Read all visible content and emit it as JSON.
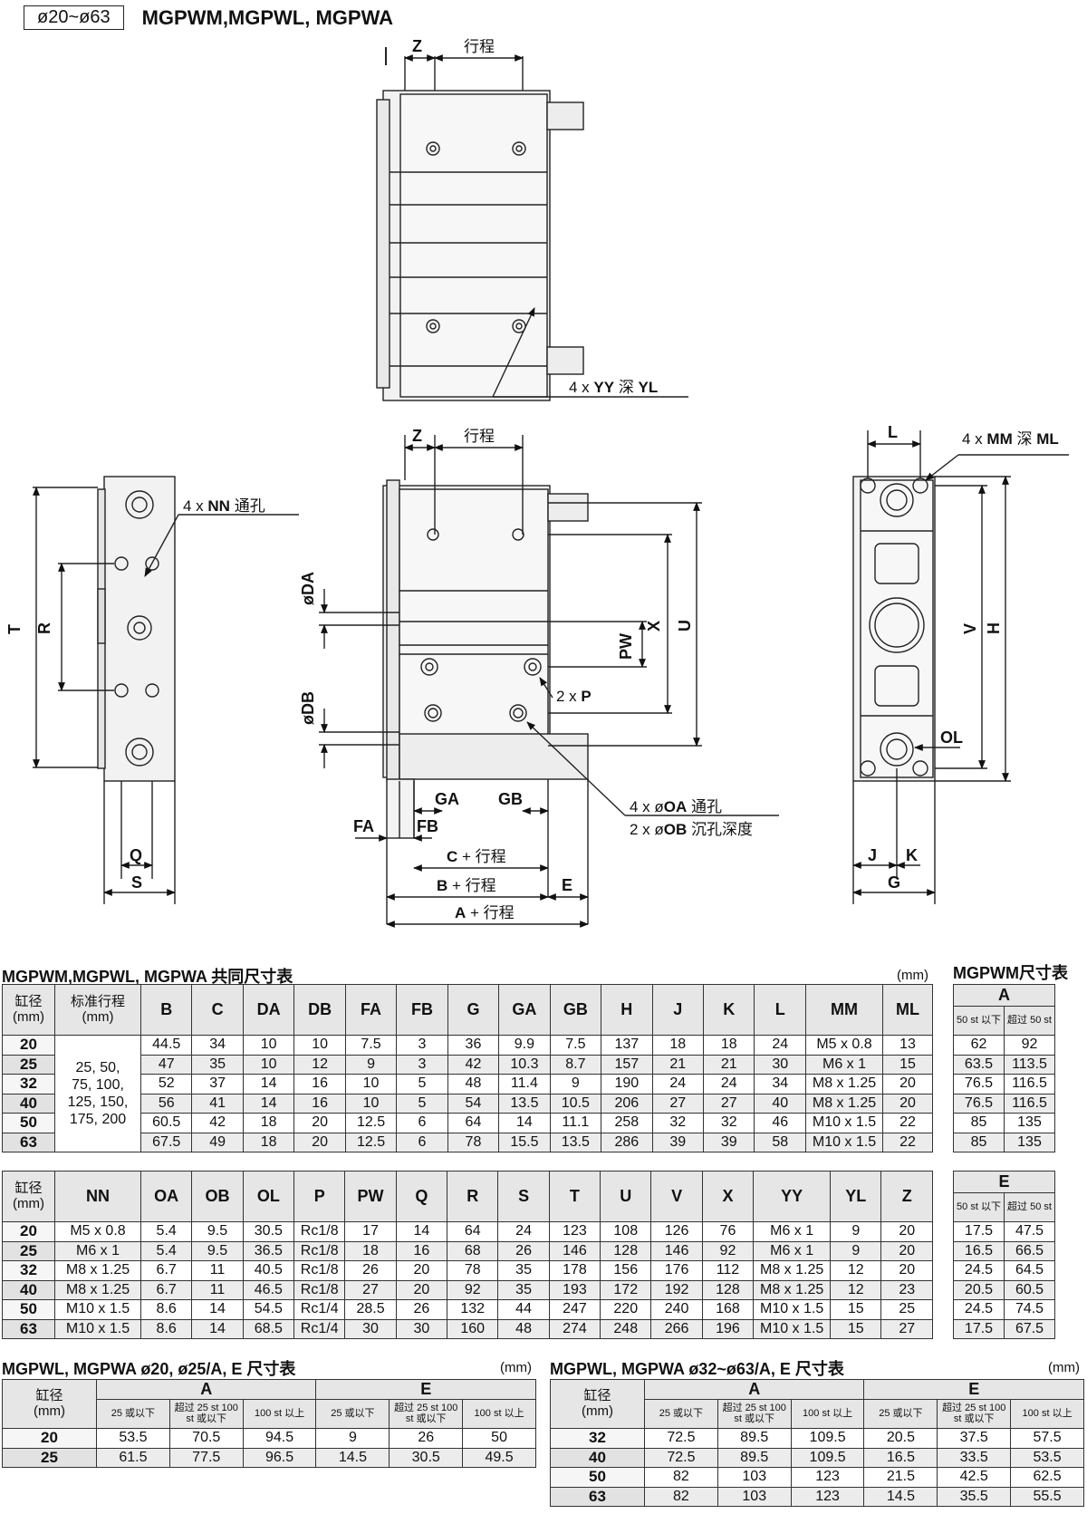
{
  "header": {
    "size_range": "ø20~ø63",
    "models": "MGPWM,MGPWL, MGPWA"
  },
  "drawing": {
    "top": {
      "z": "Z",
      "stroke": "行程",
      "yy_prefix": "4 x ",
      "yy": "YY",
      "yy_deep": " 深 ",
      "yl": "YL"
    },
    "left": {
      "t": "T",
      "r": "R",
      "q": "Q",
      "s": "S",
      "nn_prefix": "4 x ",
      "nn": "NN",
      "nn_suffix": " 通孔"
    },
    "mid": {
      "z": "Z",
      "stroke": "行程",
      "da": "øDA",
      "db": "øDB",
      "pw": "PW",
      "x": "X",
      "u": "U",
      "p_prefix": "2 x ",
      "p": "P",
      "ga": "GA",
      "gb": "GB",
      "fa": "FA",
      "fb": "FB",
      "c": "C",
      "b": "B",
      "a": "A",
      "e": "E",
      "plus_stroke": " + 行程",
      "oa_prefix": "4 x ø",
      "oa": "OA",
      "oa_suffix": " 通孔",
      "ob_prefix": "2 x ø",
      "ob": "OB",
      "ob_suffix": " 沉孔深度"
    },
    "right": {
      "l": "L",
      "mm_prefix": "4 x ",
      "mm": "MM",
      "mm_deep": " 深 ",
      "ml": "ML",
      "v": "V",
      "h": "H",
      "ol": "OL",
      "j": "J",
      "k": "K",
      "g": "G"
    }
  },
  "common": {
    "title": "MGPWM,MGPWL, MGPWA 共同尺寸表",
    "unit": "(mm)",
    "bore_header": [
      "缸径",
      "(mm)"
    ],
    "stroke_header": [
      "标准行程",
      "(mm)"
    ],
    "stroke_values": [
      "25, 50,",
      "75, 100,",
      "125, 150,",
      "175, 200"
    ],
    "headers1": [
      "B",
      "C",
      "DA",
      "DB",
      "FA",
      "FB",
      "G",
      "GA",
      "GB",
      "H",
      "J",
      "K",
      "L",
      "MM",
      "ML"
    ],
    "rows1": [
      [
        "20",
        "44.5",
        "34",
        "10",
        "10",
        "7.5",
        "3",
        "36",
        "9.9",
        "7.5",
        "137",
        "18",
        "18",
        "24",
        "M5 x 0.8",
        "13"
      ],
      [
        "25",
        "47",
        "35",
        "10",
        "12",
        "9",
        "3",
        "42",
        "10.3",
        "8.7",
        "157",
        "21",
        "21",
        "30",
        "M6 x 1",
        "15"
      ],
      [
        "32",
        "52",
        "37",
        "14",
        "16",
        "10",
        "5",
        "48",
        "11.4",
        "9",
        "190",
        "24",
        "24",
        "34",
        "M8 x 1.25",
        "20"
      ],
      [
        "40",
        "56",
        "41",
        "14",
        "16",
        "10",
        "5",
        "54",
        "13.5",
        "10.5",
        "206",
        "27",
        "27",
        "40",
        "M8 x 1.25",
        "20"
      ],
      [
        "50",
        "60.5",
        "42",
        "18",
        "20",
        "12.5",
        "6",
        "64",
        "14",
        "11.1",
        "258",
        "32",
        "32",
        "46",
        "M10 x 1.5",
        "22"
      ],
      [
        "63",
        "67.5",
        "49",
        "18",
        "20",
        "12.5",
        "6",
        "78",
        "15.5",
        "13.5",
        "286",
        "39",
        "39",
        "58",
        "M10 x 1.5",
        "22"
      ]
    ],
    "headers2": [
      "NN",
      "OA",
      "OB",
      "OL",
      "P",
      "PW",
      "Q",
      "R",
      "S",
      "T",
      "U",
      "V",
      "X",
      "YY",
      "YL",
      "Z"
    ],
    "rows2": [
      [
        "20",
        "M5 x 0.8",
        "5.4",
        "9.5",
        "30.5",
        "Rc1/8",
        "17",
        "14",
        "64",
        "24",
        "123",
        "108",
        "126",
        "76",
        "M6 x 1",
        "9",
        "20"
      ],
      [
        "25",
        "M6 x 1",
        "5.4",
        "9.5",
        "36.5",
        "Rc1/8",
        "18",
        "16",
        "68",
        "26",
        "146",
        "128",
        "146",
        "92",
        "M6 x 1",
        "9",
        "20"
      ],
      [
        "32",
        "M8 x 1.25",
        "6.7",
        "11",
        "40.5",
        "Rc1/8",
        "26",
        "20",
        "78",
        "35",
        "178",
        "156",
        "176",
        "112",
        "M8 x 1.25",
        "12",
        "20"
      ],
      [
        "40",
        "M8 x 1.25",
        "6.7",
        "11",
        "46.5",
        "Rc1/8",
        "27",
        "20",
        "92",
        "35",
        "193",
        "172",
        "192",
        "128",
        "M8 x 1.25",
        "12",
        "23"
      ],
      [
        "50",
        "M10 x 1.5",
        "8.6",
        "14",
        "54.5",
        "Rc1/4",
        "28.5",
        "26",
        "132",
        "44",
        "247",
        "220",
        "240",
        "168",
        "M10 x 1.5",
        "15",
        "25"
      ],
      [
        "63",
        "M10 x 1.5",
        "8.6",
        "14",
        "68.5",
        "Rc1/4",
        "30",
        "30",
        "160",
        "48",
        "274",
        "248",
        "266",
        "196",
        "M10 x 1.5",
        "15",
        "27"
      ]
    ]
  },
  "mgpwm": {
    "title": "MGPWM尺寸表",
    "a": {
      "header": "A",
      "sub": [
        "50 st 以下",
        "超过 50 st"
      ],
      "rows": [
        [
          "62",
          "92"
        ],
        [
          "63.5",
          "113.5"
        ],
        [
          "76.5",
          "116.5"
        ],
        [
          "76.5",
          "116.5"
        ],
        [
          "85",
          "135"
        ],
        [
          "85",
          "135"
        ]
      ]
    },
    "e": {
      "header": "E",
      "sub": [
        "50 st 以下",
        "超过 50 st"
      ],
      "rows": [
        [
          "17.5",
          "47.5"
        ],
        [
          "16.5",
          "66.5"
        ],
        [
          "24.5",
          "64.5"
        ],
        [
          "20.5",
          "60.5"
        ],
        [
          "24.5",
          "74.5"
        ],
        [
          "17.5",
          "67.5"
        ]
      ]
    }
  },
  "small_table": {
    "title": "MGPWL, MGPWA ø20, ø25/A, E 尺寸表",
    "unit": "(mm)",
    "bore_header": [
      "缸径",
      "(mm)"
    ],
    "a": "A",
    "e": "E",
    "sub": [
      "25 或以下",
      "超过 25 st 100 st 或以下",
      "100 st 以上"
    ],
    "rows": [
      [
        "20",
        "53.5",
        "70.5",
        "94.5",
        "9",
        "26",
        "50"
      ],
      [
        "25",
        "61.5",
        "77.5",
        "96.5",
        "14.5",
        "30.5",
        "49.5"
      ]
    ]
  },
  "large_table": {
    "title": "MGPWL, MGPWA ø32~ø63/A, E 尺寸表",
    "unit": "(mm)",
    "bore_header": [
      "缸径",
      "(mm)"
    ],
    "a": "A",
    "e": "E",
    "sub": [
      "25 或以下",
      "超过 25 st 100 st 或以下",
      "100 st 以上"
    ],
    "rows": [
      [
        "32",
        "72.5",
        "89.5",
        "109.5",
        "20.5",
        "37.5",
        "57.5"
      ],
      [
        "40",
        "72.5",
        "89.5",
        "109.5",
        "16.5",
        "33.5",
        "53.5"
      ],
      [
        "50",
        "82",
        "103",
        "123",
        "21.5",
        "42.5",
        "62.5"
      ],
      [
        "63",
        "82",
        "103",
        "123",
        "14.5",
        "35.5",
        "55.5"
      ]
    ]
  }
}
